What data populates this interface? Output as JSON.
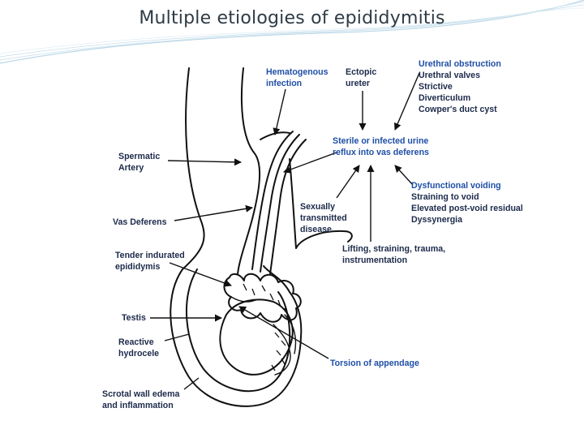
{
  "slide": {
    "title": "Multiple etiologies of epididymitis"
  },
  "labels": {
    "hematogenous": [
      "Hematogenous",
      "infection"
    ],
    "ectopic": [
      "Ectopic",
      "ureter"
    ],
    "urethral_title": "Urethral obstruction",
    "urethral_items": [
      "Urethral valves",
      "Strictive",
      "Diverticulum",
      "Cowper's duct cyst"
    ],
    "reflux": [
      "Sterile or infected urine",
      "reflux into vas deferens"
    ],
    "spermatic": [
      "Spermatic",
      "Artery"
    ],
    "dysfunctional_title": "Dysfunctional voiding",
    "dysfunctional_items": [
      "Straining to void",
      "Elevated post-void residual",
      "Dyssynergia"
    ],
    "sexually": [
      "Sexually",
      "transmitted",
      "disease"
    ],
    "vas": "Vas Deferens",
    "lifting": [
      "Lifting, straining, trauma,",
      "instrumentation"
    ],
    "tender": [
      "Tender indurated",
      "epididymis"
    ],
    "testis": "Testis",
    "reactive": [
      "Reactive",
      "hydrocele"
    ],
    "torsion": "Torsion of appendage",
    "scrotal": [
      "Scrotal wall edema",
      "and inflammation"
    ]
  },
  "colors": {
    "title_text": "#2f3b45",
    "label_navy": "#1c2a4a",
    "label_blue": "#1f4fa6",
    "line": "#111111",
    "swoosh": "#bcd8e8"
  }
}
